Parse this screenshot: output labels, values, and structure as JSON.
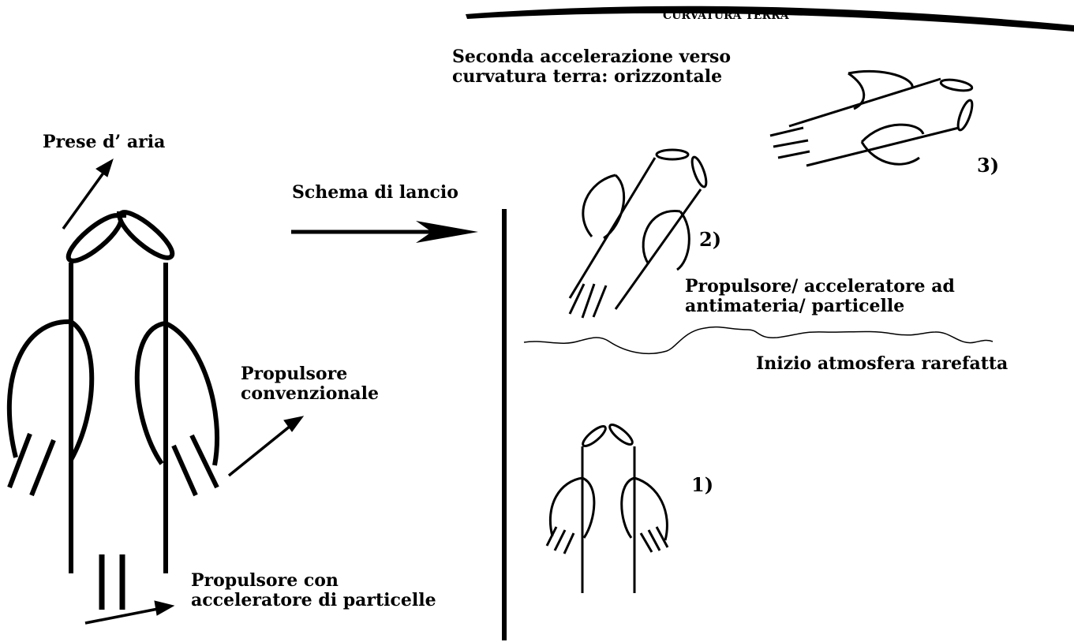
{
  "title": "CURVATURA TERRA",
  "labels": {
    "air_intakes": "Prese d’ aria",
    "launch_scheme": "Schema di lancio",
    "conventional_thruster": [
      "Propulsore",
      "convenzionale"
    ],
    "particle_thruster": [
      "Propulsore con",
      "acceleratore di particelle"
    ],
    "second_acceleration": [
      "Seconda accelerazione verso",
      "curvatura terra: orizzontale"
    ],
    "antimatter_thruster": [
      "Propulsore/ acceleratore ad",
      "antimateria/ particelle"
    ],
    "rarefied_atmosphere": "Inizio atmosfera rarefatta"
  },
  "stages": [
    "1)",
    "2)",
    "3)"
  ],
  "colors": {
    "ink": "#000000",
    "background": "#ffffff"
  }
}
